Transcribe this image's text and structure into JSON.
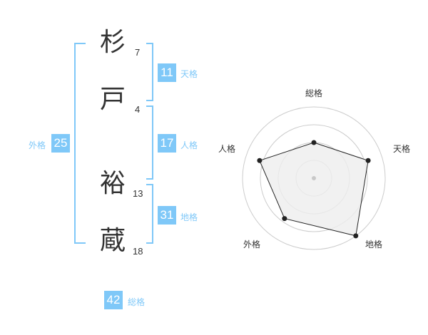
{
  "name": {
    "chars": [
      {
        "char": "杉",
        "strokes": "7"
      },
      {
        "char": "戸",
        "strokes": "4"
      },
      {
        "char": "裕",
        "strokes": "13"
      },
      {
        "char": "蔵",
        "strokes": "18"
      }
    ]
  },
  "kakaku": {
    "tenkaku": {
      "value": "11",
      "label": "天格"
    },
    "jinkaku": {
      "value": "17",
      "label": "人格"
    },
    "chikaku": {
      "value": "31",
      "label": "地格"
    },
    "gaikaku": {
      "value": "25",
      "label": "外格"
    },
    "soukaku": {
      "value": "42",
      "label": "総格"
    }
  },
  "chart_data": {
    "type": "radar",
    "axes": [
      "総格",
      "天格",
      "地格",
      "外格",
      "人格"
    ],
    "values": [
      2.5,
      4,
      5,
      3.5,
      4
    ],
    "rmax": 5,
    "rings": 4,
    "colors": {
      "fill": "#eeeeee",
      "line": "#222222",
      "grid": "#cccccc"
    }
  }
}
